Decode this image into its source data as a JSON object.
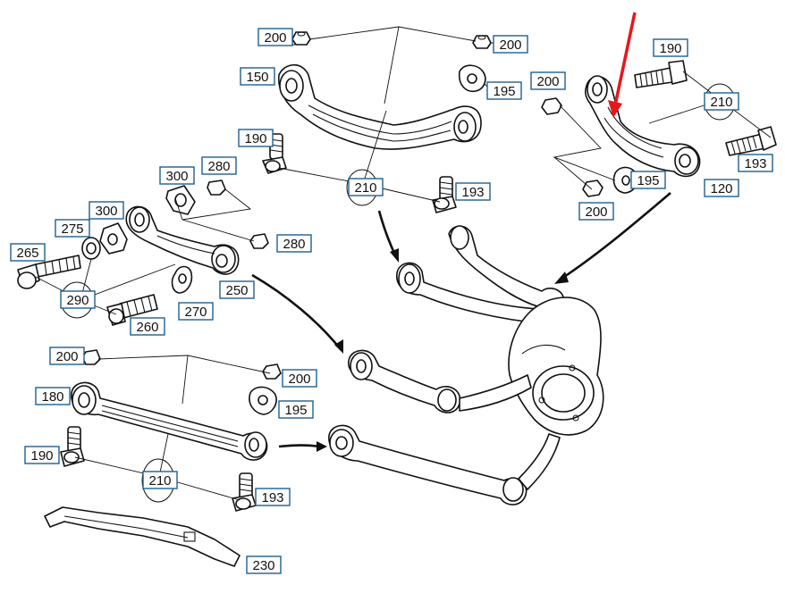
{
  "callouts": [
    {
      "id": "c200a",
      "text": "200"
    },
    {
      "id": "c200b",
      "text": "200"
    },
    {
      "id": "c150",
      "text": "150"
    },
    {
      "id": "c195a",
      "text": "195"
    },
    {
      "id": "c190a",
      "text": "190"
    },
    {
      "id": "c200c",
      "text": "200"
    },
    {
      "id": "c210a",
      "text": "210"
    },
    {
      "id": "c193a",
      "text": "193"
    },
    {
      "id": "c195b",
      "text": "195"
    },
    {
      "id": "c200d",
      "text": "200"
    },
    {
      "id": "c120",
      "text": "120"
    },
    {
      "id": "c190b",
      "text": "190"
    },
    {
      "id": "c300a",
      "text": "300"
    },
    {
      "id": "c280a",
      "text": "280"
    },
    {
      "id": "c210b",
      "text": "210"
    },
    {
      "id": "c193b",
      "text": "193"
    },
    {
      "id": "c300b",
      "text": "300"
    },
    {
      "id": "c275",
      "text": "275"
    },
    {
      "id": "c280b",
      "text": "280"
    },
    {
      "id": "c265",
      "text": "265"
    },
    {
      "id": "c250",
      "text": "250"
    },
    {
      "id": "c290",
      "text": "290"
    },
    {
      "id": "c270",
      "text": "270"
    },
    {
      "id": "c260",
      "text": "260"
    },
    {
      "id": "c200e",
      "text": "200"
    },
    {
      "id": "c200f",
      "text": "200"
    },
    {
      "id": "c180",
      "text": "180"
    },
    {
      "id": "c195c",
      "text": "195"
    },
    {
      "id": "c190c",
      "text": "190"
    },
    {
      "id": "c210c",
      "text": "210"
    },
    {
      "id": "c193c",
      "text": "193"
    },
    {
      "id": "c230",
      "text": "230"
    }
  ],
  "colors": {
    "callout_border": "#1f5f8f",
    "line": "#111111",
    "highlight_arrow": "#e8161b",
    "background": "#ffffff"
  }
}
